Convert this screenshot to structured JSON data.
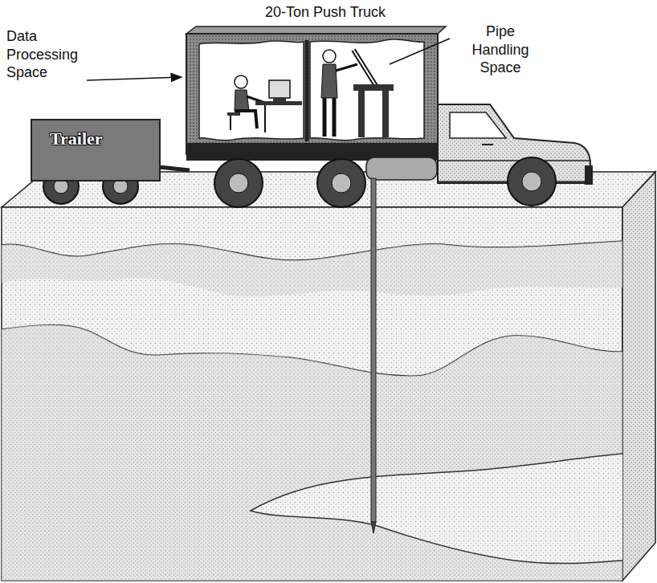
{
  "diagram": {
    "nodes": [
      {
        "text": [
          "Trailer"
        ]
      }
    ],
    "labels": [
      "20-Ton Push Truck",
      "Data Processing Space",
      "Pipe Handling Space"
    ]
  }
}
